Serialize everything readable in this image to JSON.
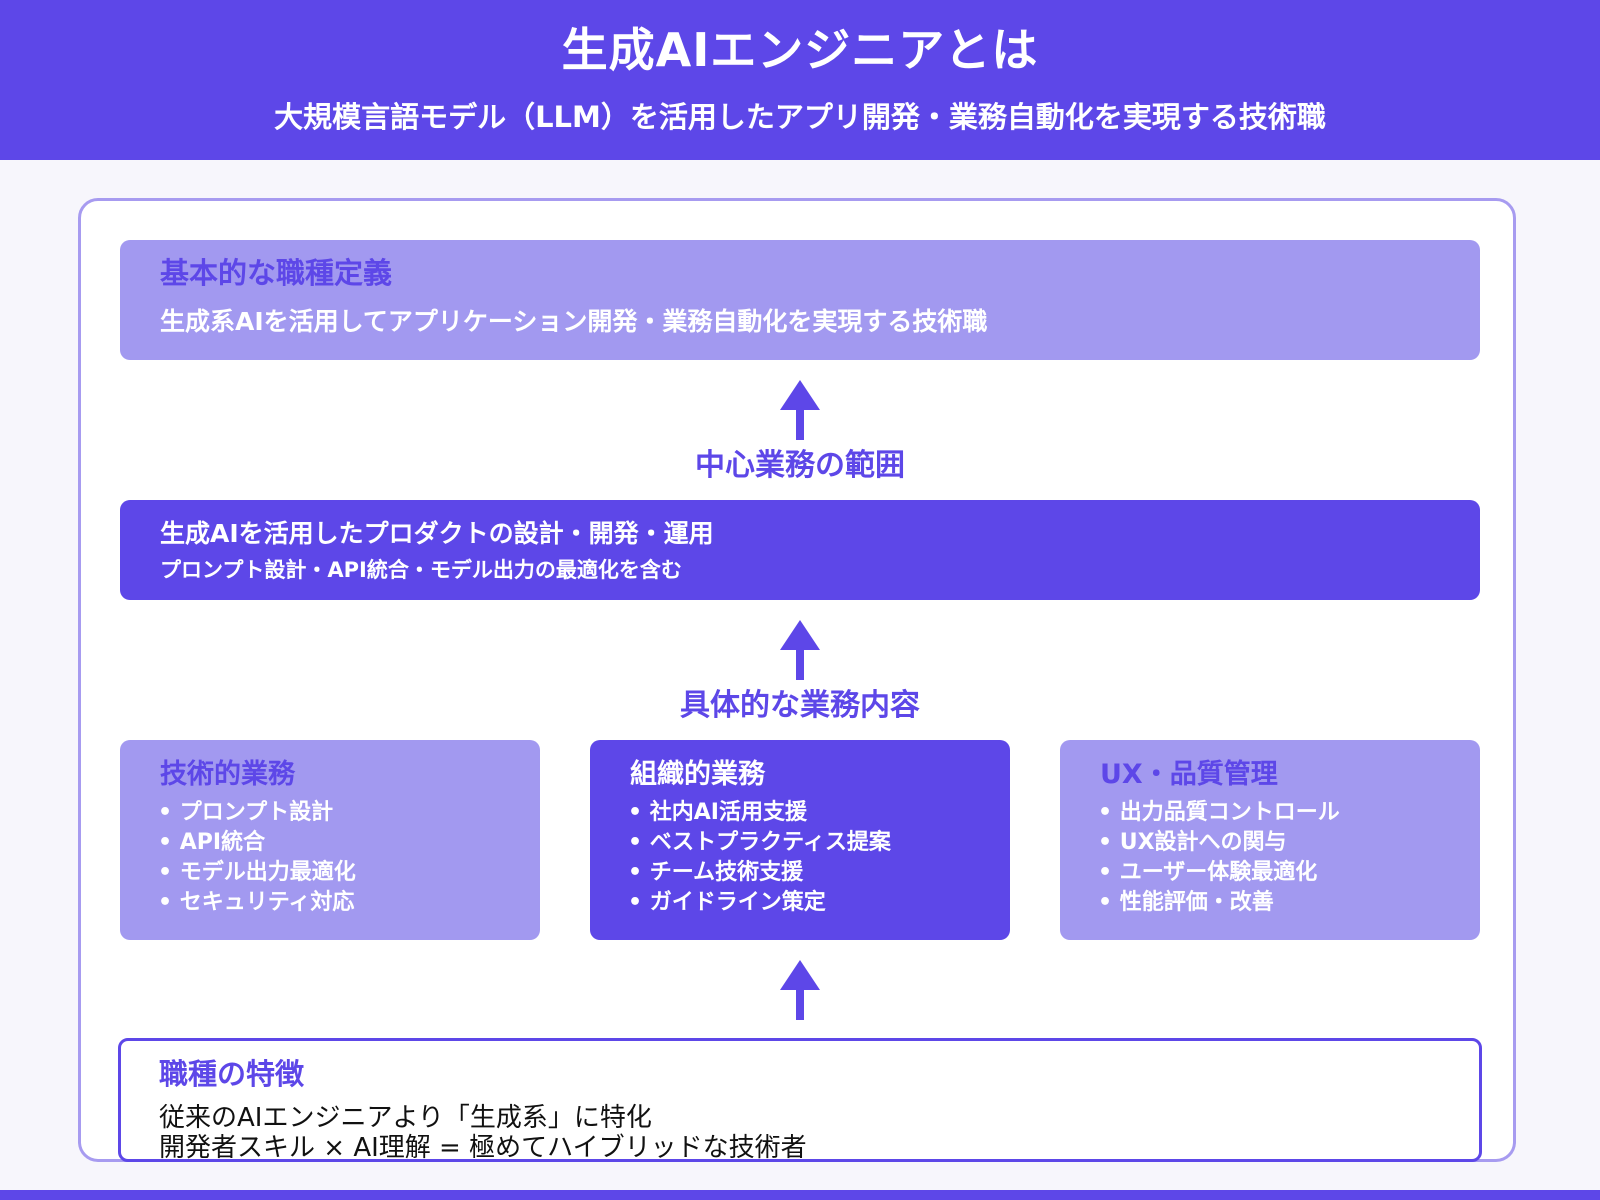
{
  "header": {
    "title": "生成AIエンジニアとは",
    "subtitle": "大規模言語モデル（LLM）を活用したアプリ開発・業務自動化を実現する技術職"
  },
  "definition": {
    "heading": "基本的な職種定義",
    "text": "生成系AIを活用してアプリケーション開発・業務自動化を実現する技術職"
  },
  "core_scope": {
    "label": "中心業務の範囲",
    "main": "生成AIを活用したプロダクトの設計・開発・運用",
    "sub": "プロンプト設計・API統合・モデル出力の最適化を含む"
  },
  "details": {
    "label": "具体的な業務内容",
    "cards": [
      {
        "heading": "技術的業務",
        "items": [
          "プロンプト設計",
          "API統合",
          "モデル出力最適化",
          "セキュリティ対応"
        ]
      },
      {
        "heading": "組織的業務",
        "items": [
          "社内AI活用支援",
          "ベストプラクティス提案",
          "チーム技術支援",
          "ガイドライン策定"
        ]
      },
      {
        "heading": "UX・品質管理",
        "items": [
          "出力品質コントロール",
          "UX設計への関与",
          "ユーザー体験最適化",
          "性能評価・改善"
        ]
      }
    ]
  },
  "features": {
    "heading": "職種の特徴",
    "lines": [
      "従来のAIエンジニアより「生成系」に特化",
      "開発者スキル × AI理解 = 極めてハイブリッドな技術者"
    ]
  },
  "colors": {
    "primary": "#5D47E8",
    "light": "#A299F0",
    "frame": "#A79BF0",
    "background": "#F7F6FC"
  },
  "icons": [
    "arrow-up-icon"
  ]
}
